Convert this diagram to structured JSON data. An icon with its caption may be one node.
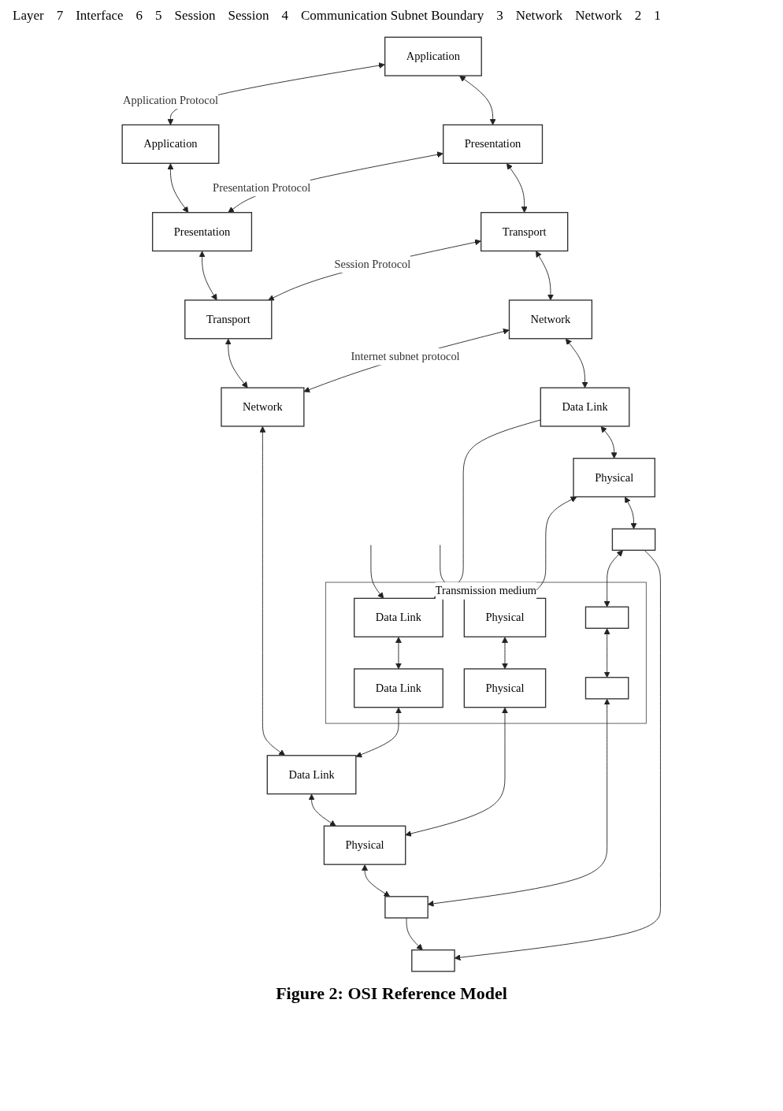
{
  "diagram": {
    "caption": "Figure 2: OSI Reference Model",
    "nodes": [
      {
        "text": [
          "Application"
        ]
      },
      {
        "text": [
          "Application"
        ]
      },
      {
        "text": [
          "Presentation"
        ]
      },
      {
        "text": [
          "Presentation"
        ]
      },
      {
        "text": [
          "Transport"
        ]
      },
      {
        "text": [
          "Transport"
        ]
      },
      {
        "text": [
          "Network"
        ]
      },
      {
        "text": [
          "Network"
        ]
      },
      {
        "text": [
          "Data Link"
        ]
      },
      {
        "text": [
          "Transmission medium"
        ]
      },
      {
        "text": [
          "Data Link"
        ],
        "in": 9
      },
      {
        "text": [
          "Data Link"
        ],
        "in": 9
      },
      {
        "text": [
          "Data Link"
        ]
      },
      {
        "text": [
          "Physical"
        ]
      },
      {
        "text": [
          "Physical"
        ],
        "in": 9
      },
      {
        "text": [
          "Physical"
        ],
        "in": 9
      },
      {
        "text": [
          "Physical"
        ]
      },
      {
        "text": [],
        "shape": "box"
      },
      {
        "text": [],
        "shape": "box",
        "in": 9
      },
      {
        "text": [],
        "shape": "box",
        "in": 9
      },
      {
        "text": [],
        "shape": "box"
      },
      {
        "text": [],
        "shape": "box"
      }
    ],
    "edges": [
      {
        "from": 0,
        "to": 1,
        "arrow": "both",
        "label": "Application Protocol"
      },
      {
        "from": 0,
        "to": 2,
        "arrow": "both"
      },
      {
        "from": 1,
        "to": 3,
        "arrow": "both"
      },
      {
        "from": 2,
        "to": 3,
        "arrow": "both",
        "label": "Presentation Protocol"
      },
      {
        "from": 2,
        "to": 4,
        "arrow": "both"
      },
      {
        "from": 3,
        "to": 5,
        "arrow": "both"
      },
      {
        "from": 4,
        "to": 5,
        "arrow": "both",
        "label": "Session Protocol"
      },
      {
        "from": 4,
        "to": 6,
        "arrow": "both"
      },
      {
        "from": 5,
        "to": 7,
        "arrow": "both"
      },
      {
        "from": 6,
        "to": 7,
        "arrow": "both",
        "label": "Internet subnet protocol"
      },
      {
        "from": 6,
        "to": 8,
        "arrow": "both"
      },
      {
        "from": 7,
        "to": 12,
        "arrow": "both"
      },
      {
        "from": 8,
        "to": 10,
        "arrow": "to"
      },
      {
        "from": 10,
        "to": 11,
        "arrow": "both"
      },
      {
        "from": 11,
        "to": 12,
        "arrow": "both"
      },
      {
        "from": null,
        "to": 10,
        "arrow": "to"
      },
      {
        "from": null,
        "to": 14,
        "arrow": "to"
      },
      {
        "from": 8,
        "to": 13,
        "arrow": "both"
      },
      {
        "from": 12,
        "to": 16,
        "arrow": "both"
      },
      {
        "from": 13,
        "to": 14,
        "arrow": "both"
      },
      {
        "from": 14,
        "to": 15,
        "arrow": "both"
      },
      {
        "from": 15,
        "to": 16,
        "arrow": "both"
      },
      {
        "from": 13,
        "to": 17,
        "arrow": "both"
      },
      {
        "from": 16,
        "to": 20,
        "arrow": "both"
      },
      {
        "from": 17,
        "to": 18,
        "arrow": "both"
      },
      {
        "from": 18,
        "to": 19,
        "arrow": "both"
      },
      {
        "from": 19,
        "to": 20,
        "arrow": "both"
      },
      {
        "from": 17,
        "to": 21,
        "arrow": "to"
      },
      {
        "from": 20,
        "to": 21,
        "arrow": "to"
      }
    ],
    "labels": [
      "Layer",
      "7",
      "Interface",
      "6",
      "5",
      "Session",
      "Session",
      "4",
      "Communication Subnet Boundary",
      "3",
      "Network",
      "Network",
      "2",
      "1"
    ]
  }
}
